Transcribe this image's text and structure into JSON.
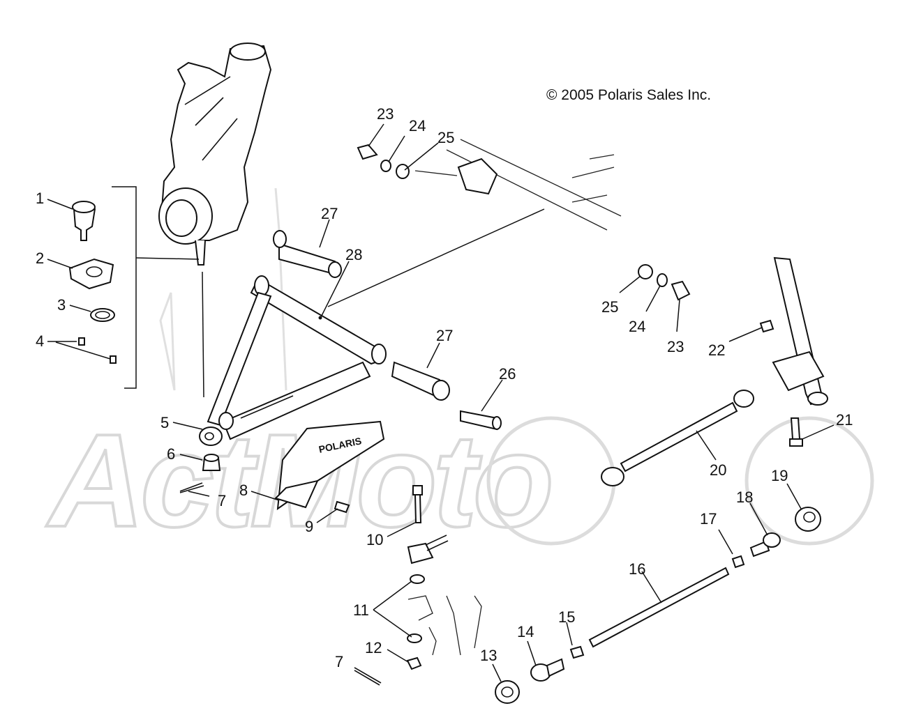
{
  "copyright": "© 2005 Polaris Sales Inc.",
  "watermark": "ActMoto",
  "guard_brand": "POLARIS",
  "callouts": {
    "c1": "1",
    "c2": "2",
    "c3": "3",
    "c4": "4",
    "c5": "5",
    "c6": "6",
    "c7a": "7",
    "c7b": "7",
    "c8": "8",
    "c9": "9",
    "c10": "10",
    "c11": "11",
    "c12": "12",
    "c13": "13",
    "c14": "14",
    "c15": "15",
    "c16": "16",
    "c17": "17",
    "c18": "18",
    "c19": "19",
    "c20": "20",
    "c21": "21",
    "c22": "22",
    "c23a": "23",
    "c23b": "23",
    "c24a": "24",
    "c24b": "24",
    "c25a": "25",
    "c25b": "25",
    "c26": "26",
    "c27a": "27",
    "c27b": "27",
    "c28": "28"
  }
}
